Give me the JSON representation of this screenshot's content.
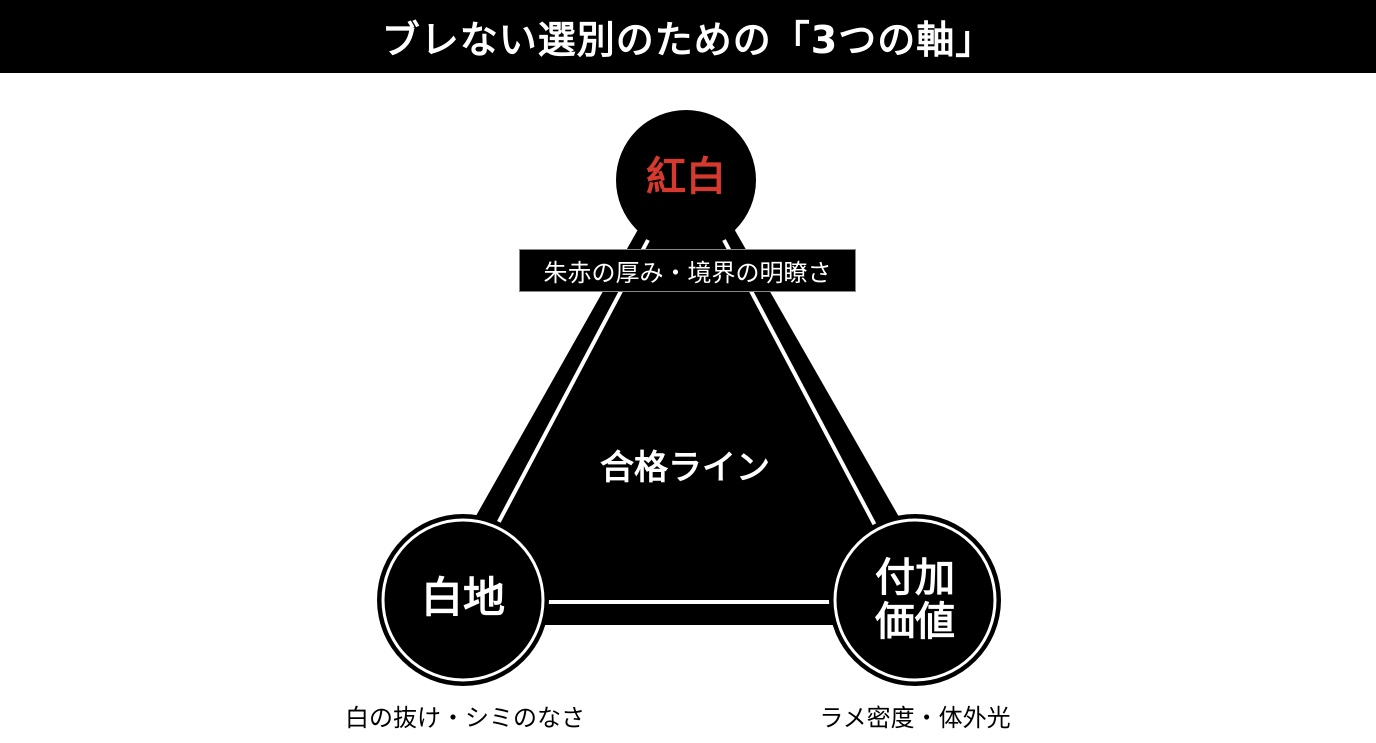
{
  "header": {
    "title": "ブレない選別のための「3つの軸」"
  },
  "diagram": {
    "center_label": "合格ライン",
    "nodes": [
      {
        "id": "top",
        "label": "紅白",
        "label_color": "#d63a2f",
        "caption": "朱赤の厚み・境界の明瞭さ"
      },
      {
        "id": "bottom-left",
        "label": "白地",
        "label_color": "#ffffff",
        "caption": "白の抜け・シミのなさ"
      },
      {
        "id": "bottom-right",
        "label_line1": "付加",
        "label_line2": "価値",
        "label_color": "#ffffff",
        "caption": "ラメ密度・体外光"
      }
    ],
    "colors": {
      "fill": "#000000",
      "line": "#ffffff",
      "accent": "#d63a2f",
      "background": "#ffffff"
    }
  }
}
